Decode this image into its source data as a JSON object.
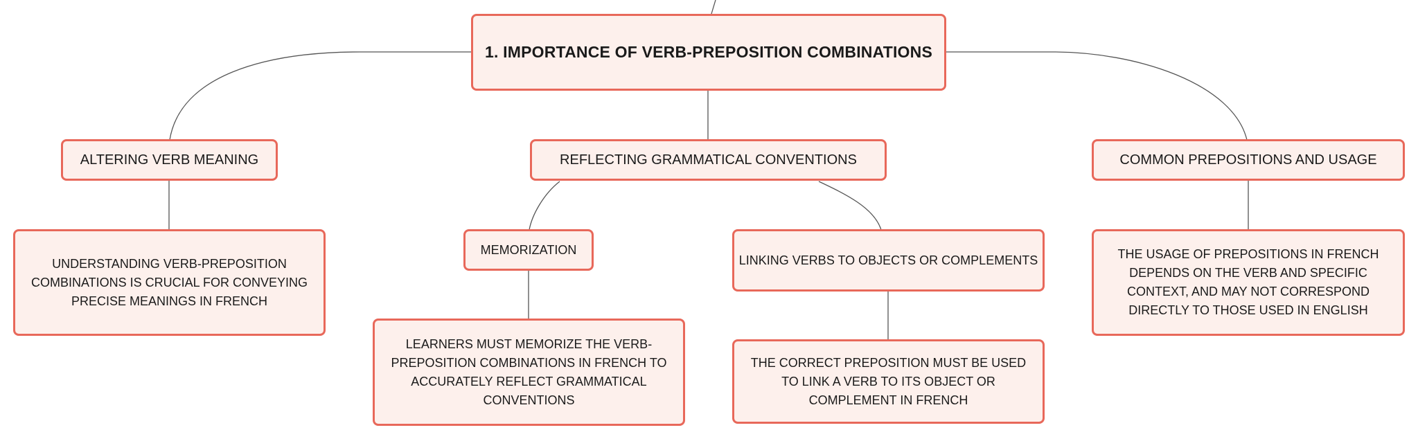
{
  "colors": {
    "node_fill": "#fdf0ec",
    "node_border": "#e8685a",
    "connector": "#555555",
    "text": "#1a1a1a"
  },
  "diagram": {
    "root": {
      "label": "1. IMPORTANCE OF VERB-PREPOSITION COMBINATIONS"
    },
    "branches": [
      {
        "label": "ALTERING VERB MEANING",
        "children": [
          {
            "label": "UNDERSTANDING VERB-PREPOSITION COMBINATIONS IS CRUCIAL FOR CONVEYING PRECISE MEANINGS IN FRENCH"
          }
        ]
      },
      {
        "label": "REFLECTING GRAMMATICAL CONVENTIONS",
        "children": [
          {
            "label": "MEMORIZATION",
            "children": [
              {
                "label": "LEARNERS MUST MEMORIZE THE VERB-PREPOSITION COMBINATIONS IN FRENCH TO ACCURATELY REFLECT GRAMMATICAL CONVENTIONS"
              }
            ]
          },
          {
            "label": "LINKING VERBS TO OBJECTS OR COMPLEMENTS",
            "children": [
              {
                "label": "THE CORRECT PREPOSITION MUST BE USED TO LINK A VERB TO ITS OBJECT OR COMPLEMENT IN FRENCH"
              }
            ]
          }
        ]
      },
      {
        "label": "COMMON PREPOSITIONS AND USAGE",
        "children": [
          {
            "label": "THE USAGE OF PREPOSITIONS IN FRENCH DEPENDS ON THE VERB AND SPECIFIC CONTEXT, AND MAY NOT CORRESPOND DIRECTLY TO THOSE USED IN ENGLISH"
          }
        ]
      }
    ]
  }
}
